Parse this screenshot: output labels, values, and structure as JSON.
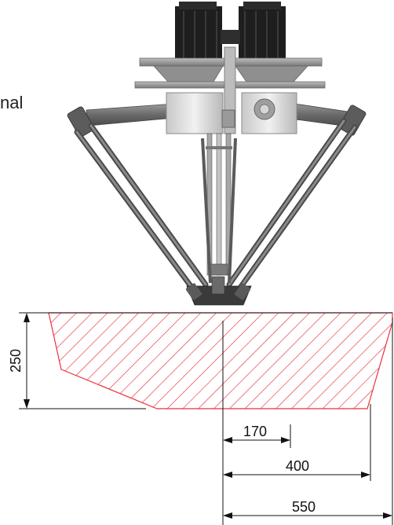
{
  "side_text": "nal",
  "dimensions": {
    "height": "250",
    "inner_radius": "170",
    "mid_radius": "400",
    "outer_radius": "550"
  },
  "colors": {
    "workspace_hatch": "#e8323c",
    "dimension_line": "#111111",
    "arm": "#6b6b6b",
    "motor": "#1e1e1e",
    "plate": "#9a9a9a"
  }
}
